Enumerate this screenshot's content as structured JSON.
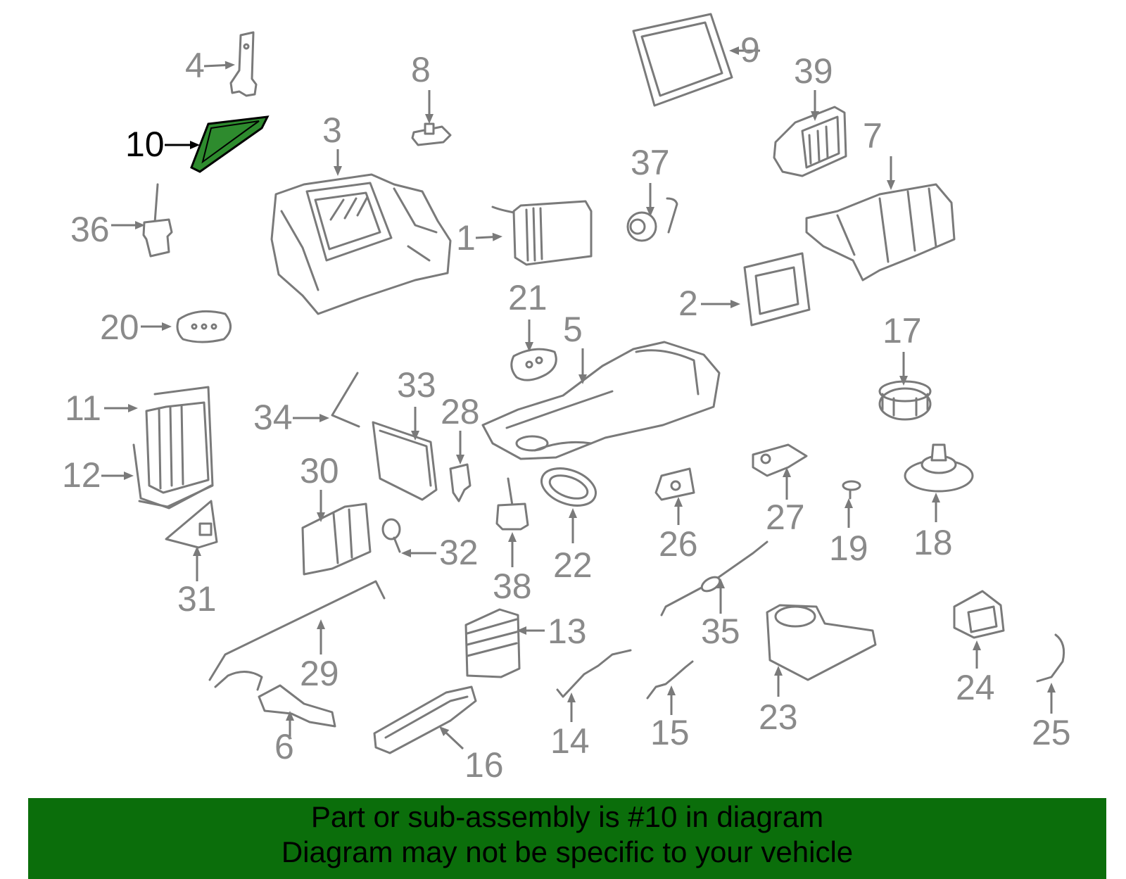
{
  "diagram": {
    "highlight_fill": "#2e8b2e",
    "highlight_callout": "10",
    "callouts": [
      "1",
      "2",
      "3",
      "4",
      "5",
      "6",
      "7",
      "8",
      "9",
      "10",
      "11",
      "12",
      "13",
      "14",
      "15",
      "16",
      "17",
      "18",
      "19",
      "20",
      "21",
      "22",
      "23",
      "24",
      "25",
      "26",
      "27",
      "28",
      "29",
      "30",
      "31",
      "32",
      "33",
      "34",
      "35",
      "36",
      "37",
      "38",
      "39"
    ]
  },
  "banner": {
    "background": "#0b6e0b",
    "line1": "Part or sub-assembly is #10 in diagram",
    "line2": "Diagram may not be specific to your vehicle"
  }
}
